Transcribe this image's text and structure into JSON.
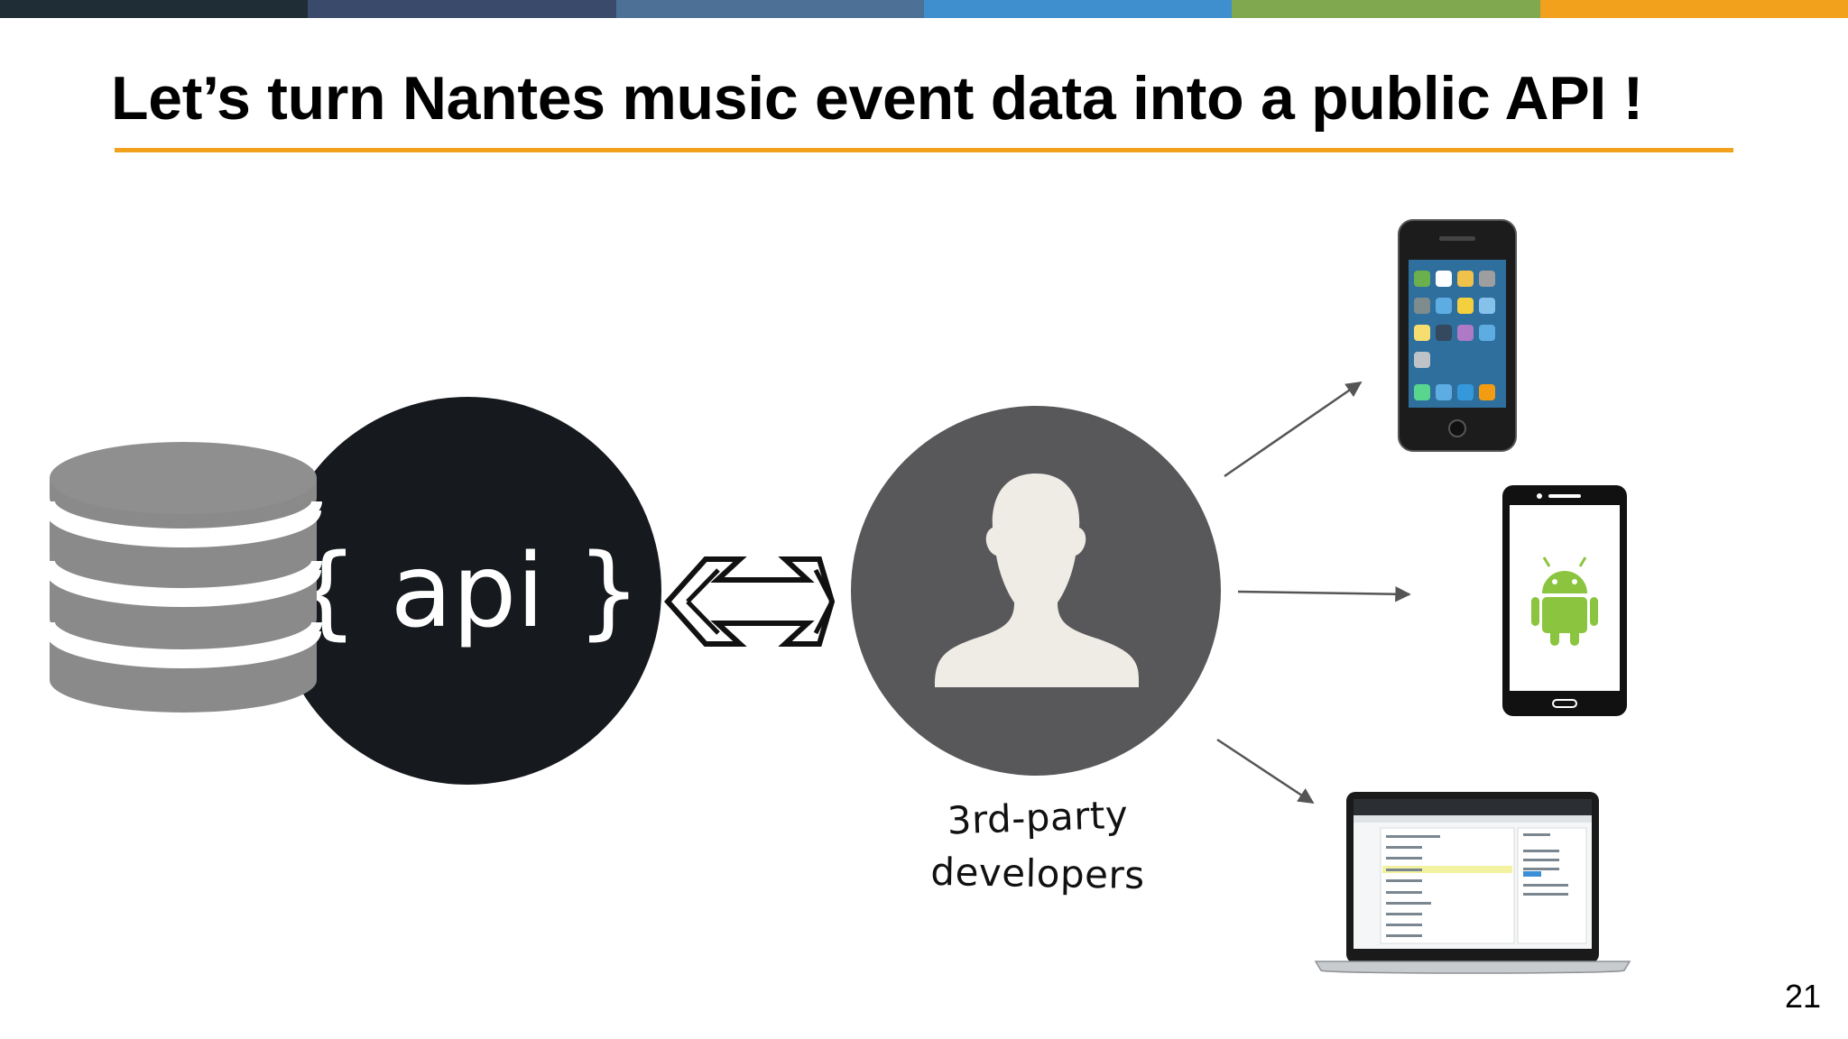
{
  "colors": {
    "stripe": [
      "#1f2d36",
      "#3a4a6b",
      "#4d7196",
      "#3f8fcf",
      "#7fa84f",
      "#f2a11d"
    ],
    "accent": "#f2a11d",
    "api_circle": "#16191d",
    "database": "#8a8a8a",
    "developer_circle": "#58585a",
    "android_green": "#8bc53f"
  },
  "slide": {
    "title": "Let’s turn Nantes music event data into a public API !",
    "page_number": "21"
  },
  "diagram": {
    "api_label": "{ api }",
    "developer_caption": [
      "3rd-party",
      "developers"
    ],
    "icons": [
      "database-icon",
      "api-circle",
      "bidirectional-arrow-icon",
      "developer-avatar-icon",
      "iphone-icon",
      "android-phone-icon",
      "laptop-icon"
    ]
  }
}
